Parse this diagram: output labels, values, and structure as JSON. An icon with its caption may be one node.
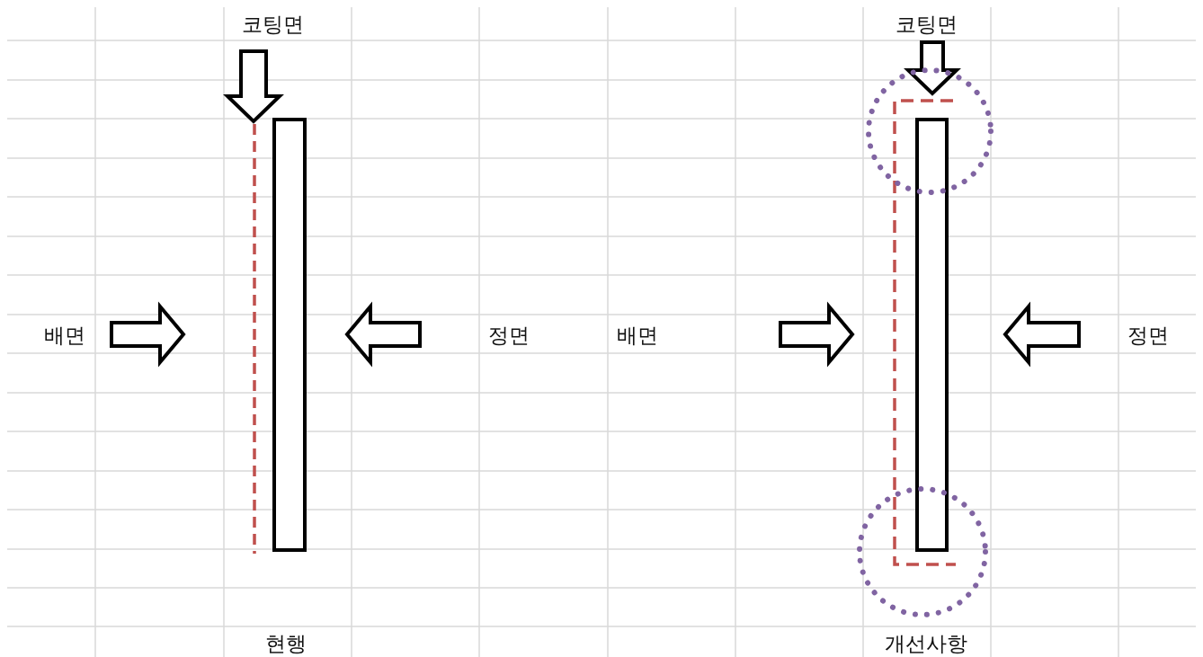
{
  "diagram": {
    "nodes": [
      {
        "text": [],
        "shape": "bar"
      },
      {
        "text": [],
        "shape": "bar"
      },
      {
        "text": [],
        "shape": "circle"
      },
      {
        "text": [],
        "shape": "circle"
      }
    ],
    "labels": [
      "코팅면",
      "코팅면",
      "배면",
      "정면",
      "배면",
      "정면",
      "현행",
      "개선사항"
    ]
  }
}
